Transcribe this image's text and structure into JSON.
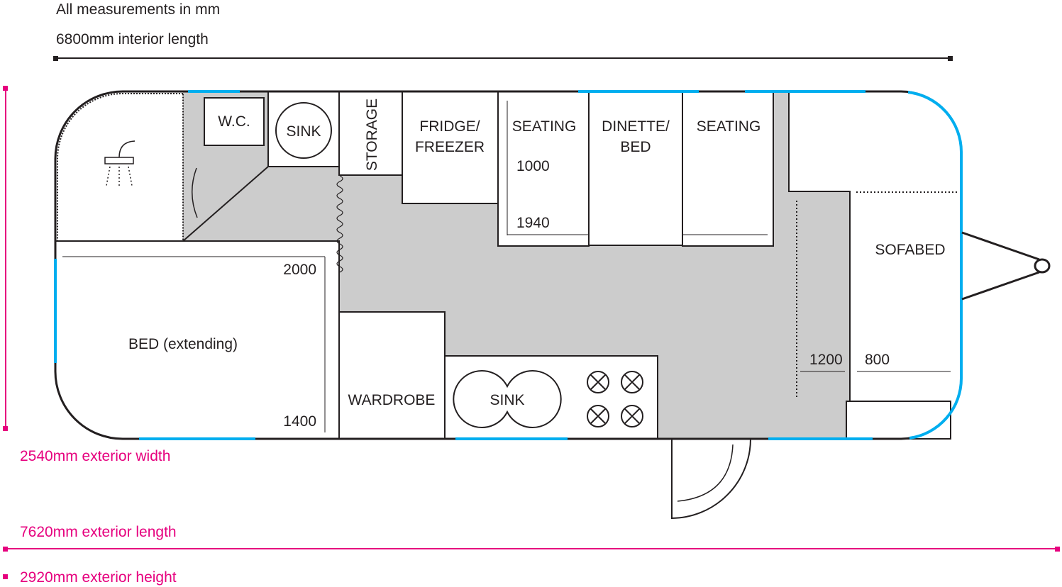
{
  "header": {
    "units_note": "All measurements in mm",
    "interior_length": "6800mm interior length"
  },
  "rooms": {
    "wc": "W.C.",
    "bath_sink": "SINK",
    "storage": "STORAGE",
    "fridge_line1": "FRIDGE/",
    "fridge_line2": "FREEZER",
    "seating_left": "SEATING",
    "dinette_line1": "DINETTE/",
    "dinette_line2": "BED",
    "seating_right": "SEATING",
    "sofabed": "SOFABED",
    "bed": "BED (extending)",
    "wardrobe": "WARDROBE",
    "kitchen_sink": "SINK"
  },
  "dimensions": {
    "seating_width": "1000",
    "seating_length": "1940",
    "bed_length": "2000",
    "bed_width": "1400",
    "sofabed_ext": "1200",
    "sofabed_width": "800"
  },
  "footer": {
    "exterior_width": "2540mm exterior width",
    "exterior_length": "7620mm exterior length",
    "exterior_height": "2920mm exterior height"
  },
  "colors": {
    "window": "#00aeef",
    "measure": "#e6007e",
    "floor": "#cccccc",
    "line": "#231f20"
  }
}
